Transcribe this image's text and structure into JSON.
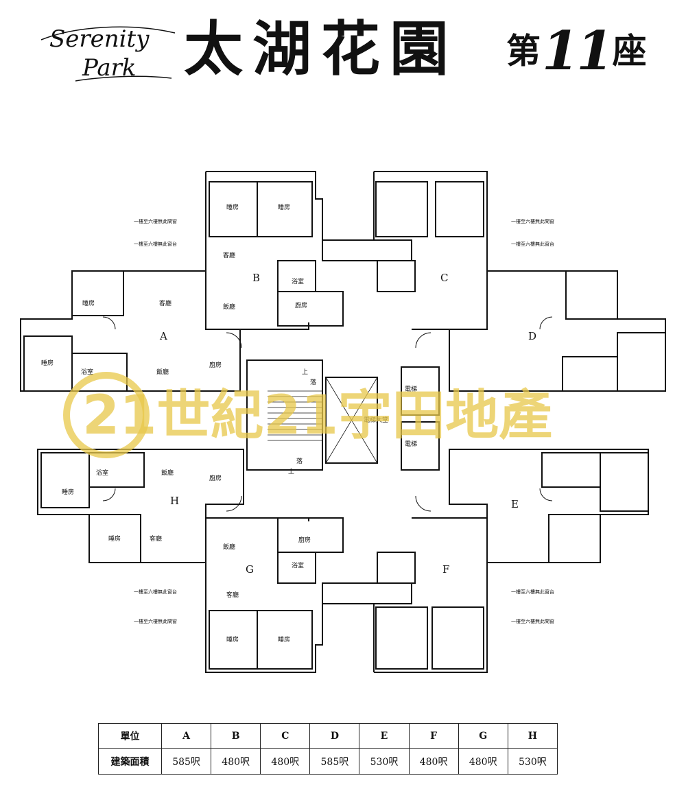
{
  "header": {
    "logo_script_line1": "Serenity",
    "logo_script_line2": "Park",
    "title": "太湖花園",
    "block_prefix": "第",
    "block_number": "11",
    "block_suffix": "座"
  },
  "units": [
    "A",
    "B",
    "C",
    "D",
    "E",
    "F",
    "G",
    "H"
  ],
  "rooms": {
    "bedroom": "睡房",
    "living": "客廳",
    "dining": "飯廳",
    "kitchen": "廚房",
    "bath": "浴室",
    "lift": "電梯",
    "lift_lobby": "電梯大堂",
    "up": "上",
    "down": "落"
  },
  "notes": {
    "bay_window": "一樓至六樓無此窗台",
    "floor_window": "一樓至六樓無此閘窗"
  },
  "watermark": {
    "text": "21世紀21宇田地產",
    "color": "#e8c84a"
  },
  "area_table": {
    "unit_header": "單位",
    "area_header": "建築面積",
    "columns": [
      {
        "unit": "A",
        "area": "585呎"
      },
      {
        "unit": "B",
        "area": "480呎"
      },
      {
        "unit": "C",
        "area": "480呎"
      },
      {
        "unit": "D",
        "area": "585呎"
      },
      {
        "unit": "E",
        "area": "530呎"
      },
      {
        "unit": "F",
        "area": "480呎"
      },
      {
        "unit": "G",
        "area": "480呎"
      },
      {
        "unit": "H",
        "area": "530呎"
      }
    ]
  }
}
